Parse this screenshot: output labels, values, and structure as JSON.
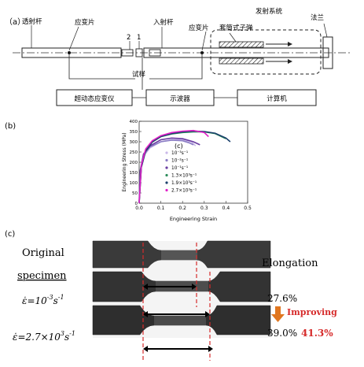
{
  "panel_a": {
    "label": "（a）",
    "transmission_bar": "透射杆",
    "strain_gauge_left": "应变片",
    "num_2": "2",
    "num_1": "1",
    "incident_bar": "入射杆",
    "strain_gauge_right": "应变片",
    "sleeve_bullet": "套筒式子弹",
    "launch_system": "发射系统",
    "flange": "法兰",
    "specimen": "试样",
    "box_dynamic_strain": "超动态应变仪",
    "box_oscilloscope": "示波器",
    "box_computer": "计算机"
  },
  "panel_b": {
    "label": "(b)",
    "inset_label": "(c)"
  },
  "chart_data": {
    "type": "line",
    "xlabel": "Engineering Strain",
    "ylabel": "Engineering Stress (MPa)",
    "xlim": [
      0.0,
      0.5
    ],
    "ylim": [
      0,
      400
    ],
    "xticks": [
      "0.0",
      "0.1",
      "0.2",
      "0.3",
      "0.4",
      "0.5"
    ],
    "yticks": [
      "0",
      "50",
      "100",
      "150",
      "200",
      "250",
      "300",
      "350",
      "400"
    ],
    "legend_position": "inside-left",
    "series": [
      {
        "name": "10⁻³s⁻¹",
        "color": "#c9b8e8",
        "x": [
          0.0,
          0.005,
          0.02,
          0.05,
          0.1,
          0.15,
          0.2,
          0.24,
          0.26
        ],
        "y": [
          0,
          150,
          230,
          270,
          300,
          310,
          310,
          300,
          280
        ]
      },
      {
        "name": "10⁻²s⁻¹",
        "color": "#8a7cc4",
        "x": [
          0.0,
          0.005,
          0.02,
          0.05,
          0.1,
          0.15,
          0.2,
          0.23,
          0.25
        ],
        "y": [
          0,
          155,
          235,
          275,
          300,
          308,
          305,
          295,
          285
        ]
      },
      {
        "name": "10⁻¹s⁻¹",
        "color": "#6a3ea1",
        "x": [
          0.0,
          0.005,
          0.02,
          0.05,
          0.1,
          0.15,
          0.2,
          0.25,
          0.28
        ],
        "y": [
          0,
          160,
          240,
          280,
          310,
          318,
          315,
          300,
          285
        ]
      },
      {
        "name": "1.3×10³s⁻¹",
        "color": "#2b8c5a",
        "x": [
          0.0,
          0.01,
          0.03,
          0.06,
          0.1,
          0.15,
          0.2,
          0.25,
          0.3,
          0.35,
          0.4
        ],
        "y": [
          0,
          180,
          260,
          300,
          325,
          338,
          345,
          348,
          348,
          340,
          315
        ]
      },
      {
        "name": "1.9×10³s⁻¹",
        "color": "#1a3f6b",
        "x": [
          0.0,
          0.01,
          0.03,
          0.06,
          0.1,
          0.15,
          0.2,
          0.25,
          0.3,
          0.35,
          0.4,
          0.42
        ],
        "y": [
          0,
          175,
          255,
          298,
          325,
          340,
          348,
          352,
          350,
          342,
          318,
          300
        ]
      },
      {
        "name": "2.7×10³s⁻¹",
        "color": "#e020c8",
        "x": [
          0.0,
          0.01,
          0.03,
          0.06,
          0.1,
          0.15,
          0.2,
          0.25,
          0.3,
          0.32
        ],
        "y": [
          0,
          185,
          265,
          305,
          330,
          345,
          352,
          355,
          345,
          325
        ]
      }
    ]
  },
  "panel_c": {
    "label": "(c)",
    "original": "Original",
    "specimen_word": "specimen",
    "elongation": "Elongation",
    "rate_low_prefix": "ε̇=10",
    "rate_low_exp": "-3",
    "rate_low_unit": "s",
    "rate_low_unit_exp": "-1",
    "rate_high_prefix": "ε̇=2.7×10",
    "rate_high_exp": "3",
    "rate_high_unit": "s",
    "rate_high_unit_exp": "-1",
    "elong_low": "27.6%",
    "elong_high": "39.0%",
    "improving": "Improving",
    "improving_value": "41.3%",
    "arrow_color": "#e0761f",
    "accent_red": "#d62b2b"
  }
}
